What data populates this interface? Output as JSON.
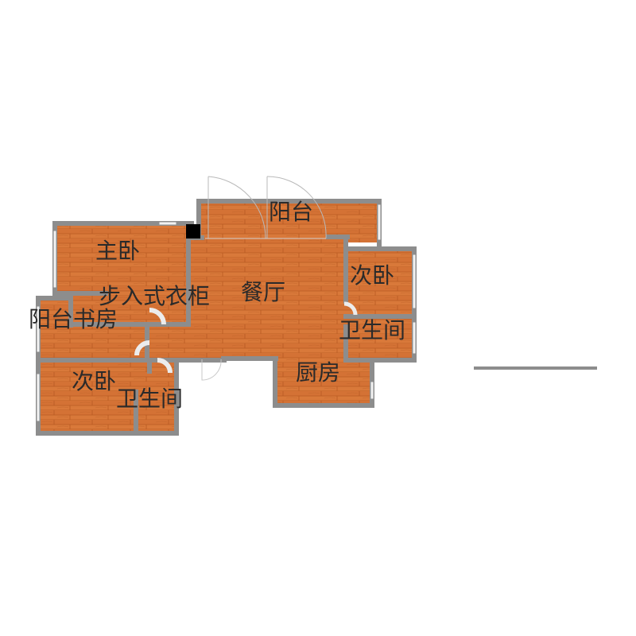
{
  "rooms": {
    "master_bedroom": "主卧",
    "walk_in_closet": "步入式衣柜",
    "living_dining": "餐厅",
    "balcony_top": "阳台",
    "second_bedroom_right": "次卧",
    "bathroom_right": "卫生间",
    "balcony_study": "阳台书房",
    "second_bedroom_left": "次卧",
    "bathroom_left": "卫生间",
    "kitchen": "厨房"
  },
  "colors": {
    "floor": "#d9793a",
    "floor_grain": "#b85a22",
    "wall": "#8d8d8d",
    "window": "#f2f2f2",
    "pillar": "#000000",
    "text": "#2a2a2a"
  }
}
